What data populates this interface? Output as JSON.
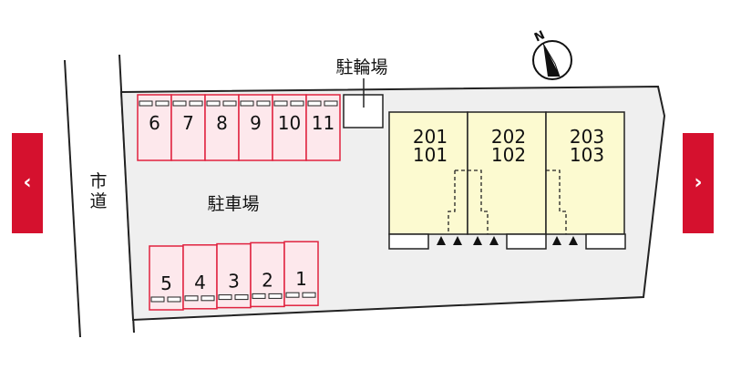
{
  "nav": {
    "prev_icon": "chevron-left-icon",
    "next_icon": "chevron-right-icon",
    "prev_glyph": "‹",
    "next_glyph": "›",
    "accent_color": "#d5112e"
  },
  "map": {
    "compass_letter": "N",
    "street_label": "市道",
    "parking_label": "駐車場",
    "bicycle_parking_label": "駐輪場",
    "top_row_spaces": [
      "6",
      "7",
      "8",
      "9",
      "10",
      "11"
    ],
    "bottom_row_spaces": [
      "5",
      "4",
      "3",
      "2",
      "1"
    ],
    "units": [
      {
        "upper": "201",
        "lower": "101"
      },
      {
        "upper": "202",
        "lower": "102"
      },
      {
        "upper": "203",
        "lower": "103"
      }
    ],
    "colors": {
      "parking_fill": "#fde8ec",
      "parking_stroke": "#e0223f",
      "building_fill": "#fcfad0",
      "lot_fill": "#efefef"
    }
  }
}
